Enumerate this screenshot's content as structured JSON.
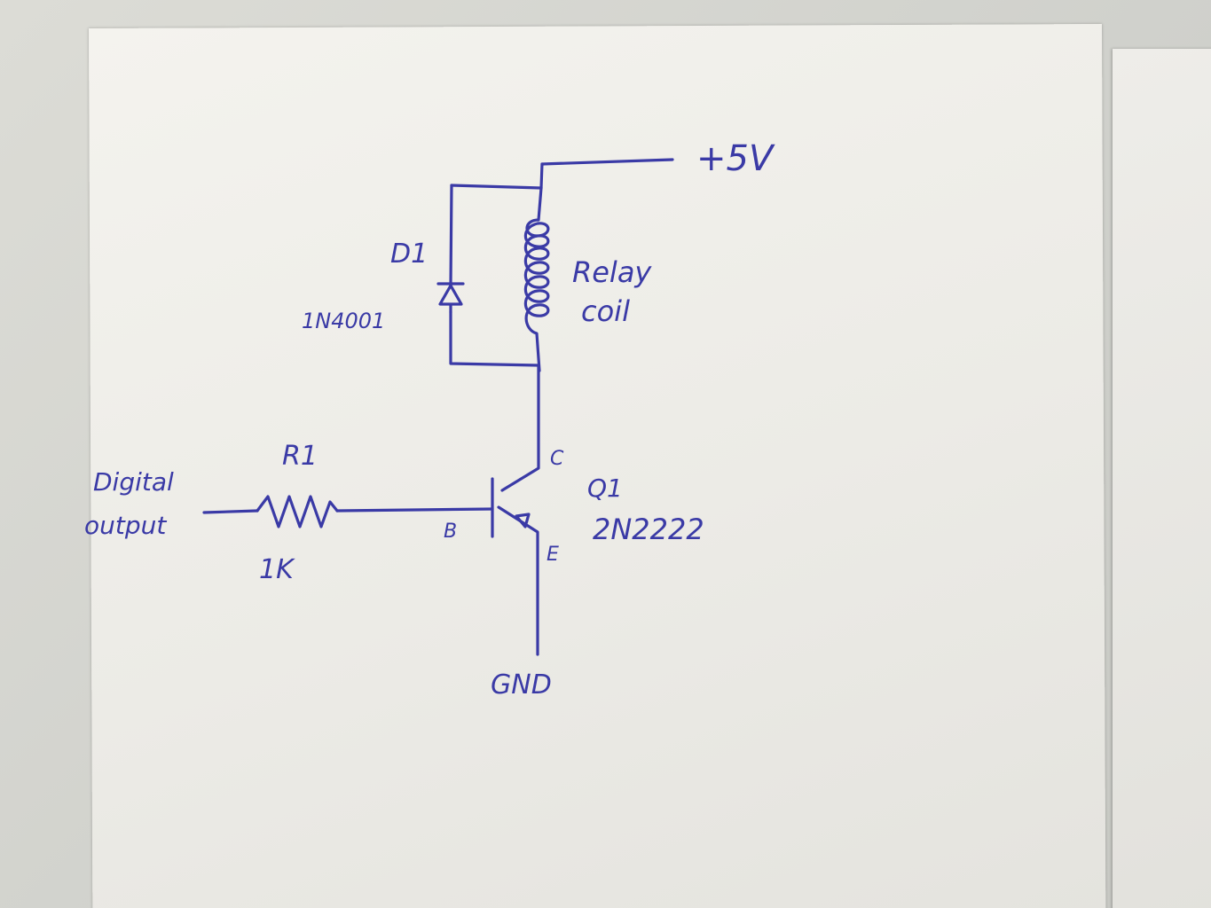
{
  "labels": {
    "supply": "+5V",
    "diode_name": "D1",
    "diode_part": "1N4001",
    "relay_line1": "Relay",
    "relay_line2": "coil",
    "input_line1": "Digital",
    "input_line2": "output",
    "resistor_name": "R1",
    "resistor_value": "1K",
    "base": "B",
    "collector": "C",
    "emitter": "E",
    "transistor_name": "Q1",
    "transistor_part": "2N2222",
    "ground": "GND"
  },
  "colors": {
    "ink": "#3a3aa6",
    "paper": "#f1f0eb",
    "background": "#d6d6d1"
  }
}
